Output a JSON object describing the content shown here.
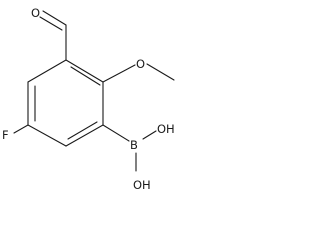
{
  "molecule": {
    "atoms": {
      "aldehyde_oxygen": "O",
      "methoxy_oxygen": "O",
      "fluorine": "F",
      "boron": "B",
      "hydroxyl_upper": "OH",
      "hydroxyl_lower": "OH"
    }
  }
}
